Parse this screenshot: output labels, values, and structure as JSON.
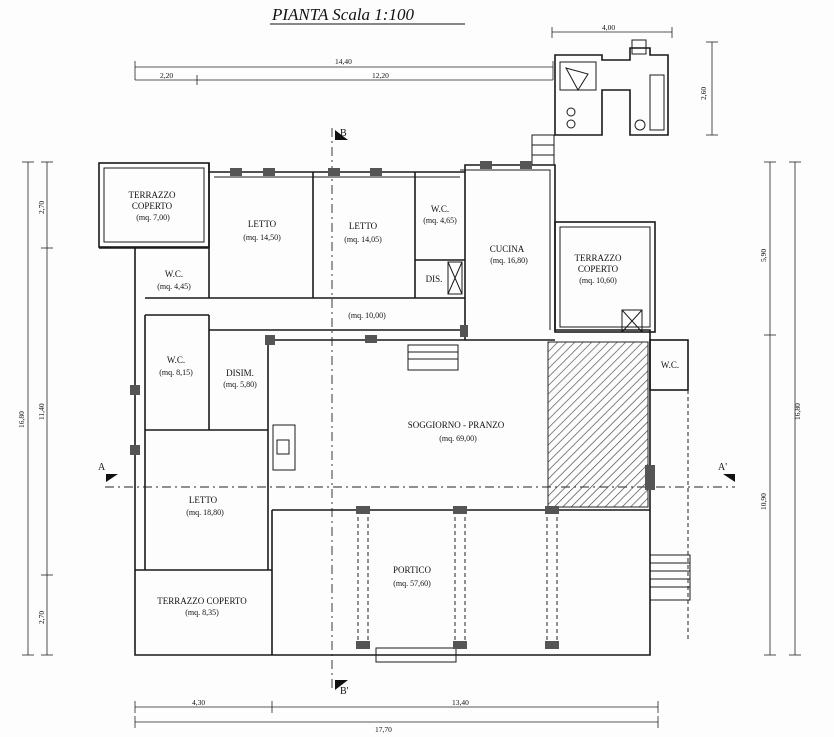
{
  "title": "PIANTA Scala 1:100",
  "rooms": [
    {
      "id": "terrazzo-1",
      "name": "TERRAZZO\nCOPERTO",
      "area": "(mq. 7,00)"
    },
    {
      "id": "letto-1",
      "name": "LETTO",
      "area": "(mq. 14,50)"
    },
    {
      "id": "letto-2",
      "name": "LETTO",
      "area": "(mq. 14,05)"
    },
    {
      "id": "wc-1",
      "name": "W.C.",
      "area": "(mq. 4,65)"
    },
    {
      "id": "dis",
      "name": "DIS.",
      "area": ""
    },
    {
      "id": "cucina",
      "name": "CUCINA",
      "area": "(mq. 16,80)"
    },
    {
      "id": "terrazzo-2",
      "name": "TERRAZZO\nCOPERTO",
      "area": "(mq. 10,60)"
    },
    {
      "id": "wc-2",
      "name": "W.C.",
      "area": "(mq. 4,45)"
    },
    {
      "id": "corridoio",
      "name": "",
      "area": "(mq. 10,00)"
    },
    {
      "id": "wc-3",
      "name": "W.C.",
      "area": "(mq. 8,15)"
    },
    {
      "id": "disim",
      "name": "DISIM.",
      "area": "(mq. 5,80)"
    },
    {
      "id": "soggiorno",
      "name": "SOGGIORNO - PRANZO",
      "area": "(mq. 69,00)"
    },
    {
      "id": "wc-ext",
      "name": "W.C.",
      "area": ""
    },
    {
      "id": "letto-3",
      "name": "LETTO",
      "area": "(mq. 18,80)"
    },
    {
      "id": "portico",
      "name": "PORTICO",
      "area": "(mq. 57,60)"
    },
    {
      "id": "terrazzo-3",
      "name": "TERRAZZO COPERTO",
      "area": "(mq. 8,35)"
    }
  ],
  "dimensions": {
    "top_small": "4,00",
    "top_total": "14,40",
    "top_left": "2,20",
    "top_right": "12,20",
    "right_top": "2,60",
    "right_upper": "5,90",
    "right_total": "16,80",
    "right_lower": "10,90",
    "left_top": "2,70",
    "left_mid": "11,40",
    "left_bottom": "2,70",
    "left_total": "16,80",
    "bottom_left": "4,30",
    "bottom_right": "13,40",
    "bottom_total": "17,70"
  },
  "sections": {
    "a_left": "A",
    "a_right": "A'",
    "b_top": "B",
    "b_bottom": "B'"
  }
}
